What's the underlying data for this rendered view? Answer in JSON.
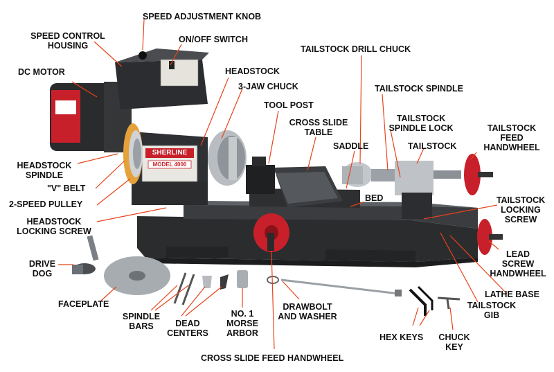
{
  "colors": {
    "leader": "#e8431a",
    "base": "#2b2c2e",
    "steel": "#b9bdc2",
    "handwheel": "#c8202a",
    "motor_label": "#c8202a",
    "pulley": "#e5a13a"
  },
  "labels": {
    "speed_adjustment_knob": "SPEED ADJUSTMENT KNOB",
    "speed_control_housing_1": "SPEED CONTROL",
    "speed_control_housing_2": "HOUSING",
    "on_off_switch": "ON/OFF SWITCH",
    "dc_motor": "DC MOTOR",
    "headstock": "HEADSTOCK",
    "three_jaw_chuck": "3-JAW CHUCK",
    "tool_post": "TOOL POST",
    "tailstock_drill_chuck": "TAILSTOCK DRILL CHUCK",
    "tailstock_spindle": "TAILSTOCK SPINDLE",
    "cross_slide_table_1": "CROSS SLIDE",
    "cross_slide_table_2": "TABLE",
    "tailstock_spindle_lock_1": "TAILSTOCK",
    "tailstock_spindle_lock_2": "SPINDLE LOCK",
    "saddle": "SADDLE",
    "tailstock": "TAILSTOCK",
    "tailstock_feed_handwheel_1": "TAILSTOCK",
    "tailstock_feed_handwheel_2": "FEED",
    "tailstock_feed_handwheel_3": "HANDWHEEL",
    "headstock_spindle_1": "HEADSTOCK",
    "headstock_spindle_2": "SPINDLE",
    "v_belt": "\"V\" BELT",
    "two_speed_pulley": "2-SPEED PULLEY",
    "bed": "BED",
    "headstock_locking_screw_1": "HEADSTOCK",
    "headstock_locking_screw_2": "LOCKING SCREW",
    "tailstock_locking_screw_1": "TAILSTOCK",
    "tailstock_locking_screw_2": "LOCKING",
    "tailstock_locking_screw_3": "SCREW",
    "drive_dog_1": "DRIVE",
    "drive_dog_2": "DOG",
    "lead_screw_handwheel_1": "LEAD",
    "lead_screw_handwheel_2": "SCREW",
    "lead_screw_handwheel_3": "HANDWHEEL",
    "lathe_base": "LATHE BASE",
    "faceplate": "FACEPLATE",
    "tailstock_gib_1": "TAILSTOCK",
    "tailstock_gib_2": "GIB",
    "drawbolt_and_washer_1": "DRAWBOLT",
    "drawbolt_and_washer_2": "AND WASHER",
    "spindle_bars_1": "SPINDLE",
    "spindle_bars_2": "BARS",
    "dead_centers_1": "DEAD",
    "dead_centers_2": "CENTERS",
    "morse_arbor_1": "NO. 1",
    "morse_arbor_2": "MORSE",
    "morse_arbor_3": "ARBOR",
    "hex_keys": "HEX KEYS",
    "chuck_key_1": "CHUCK",
    "chuck_key_2": "KEY",
    "cross_slide_feed_handwheel": "CROSS SLIDE FEED HANDWHEEL"
  },
  "headstock_plate": {
    "brand": "SHERLINE",
    "model": "MODEL 4000"
  }
}
